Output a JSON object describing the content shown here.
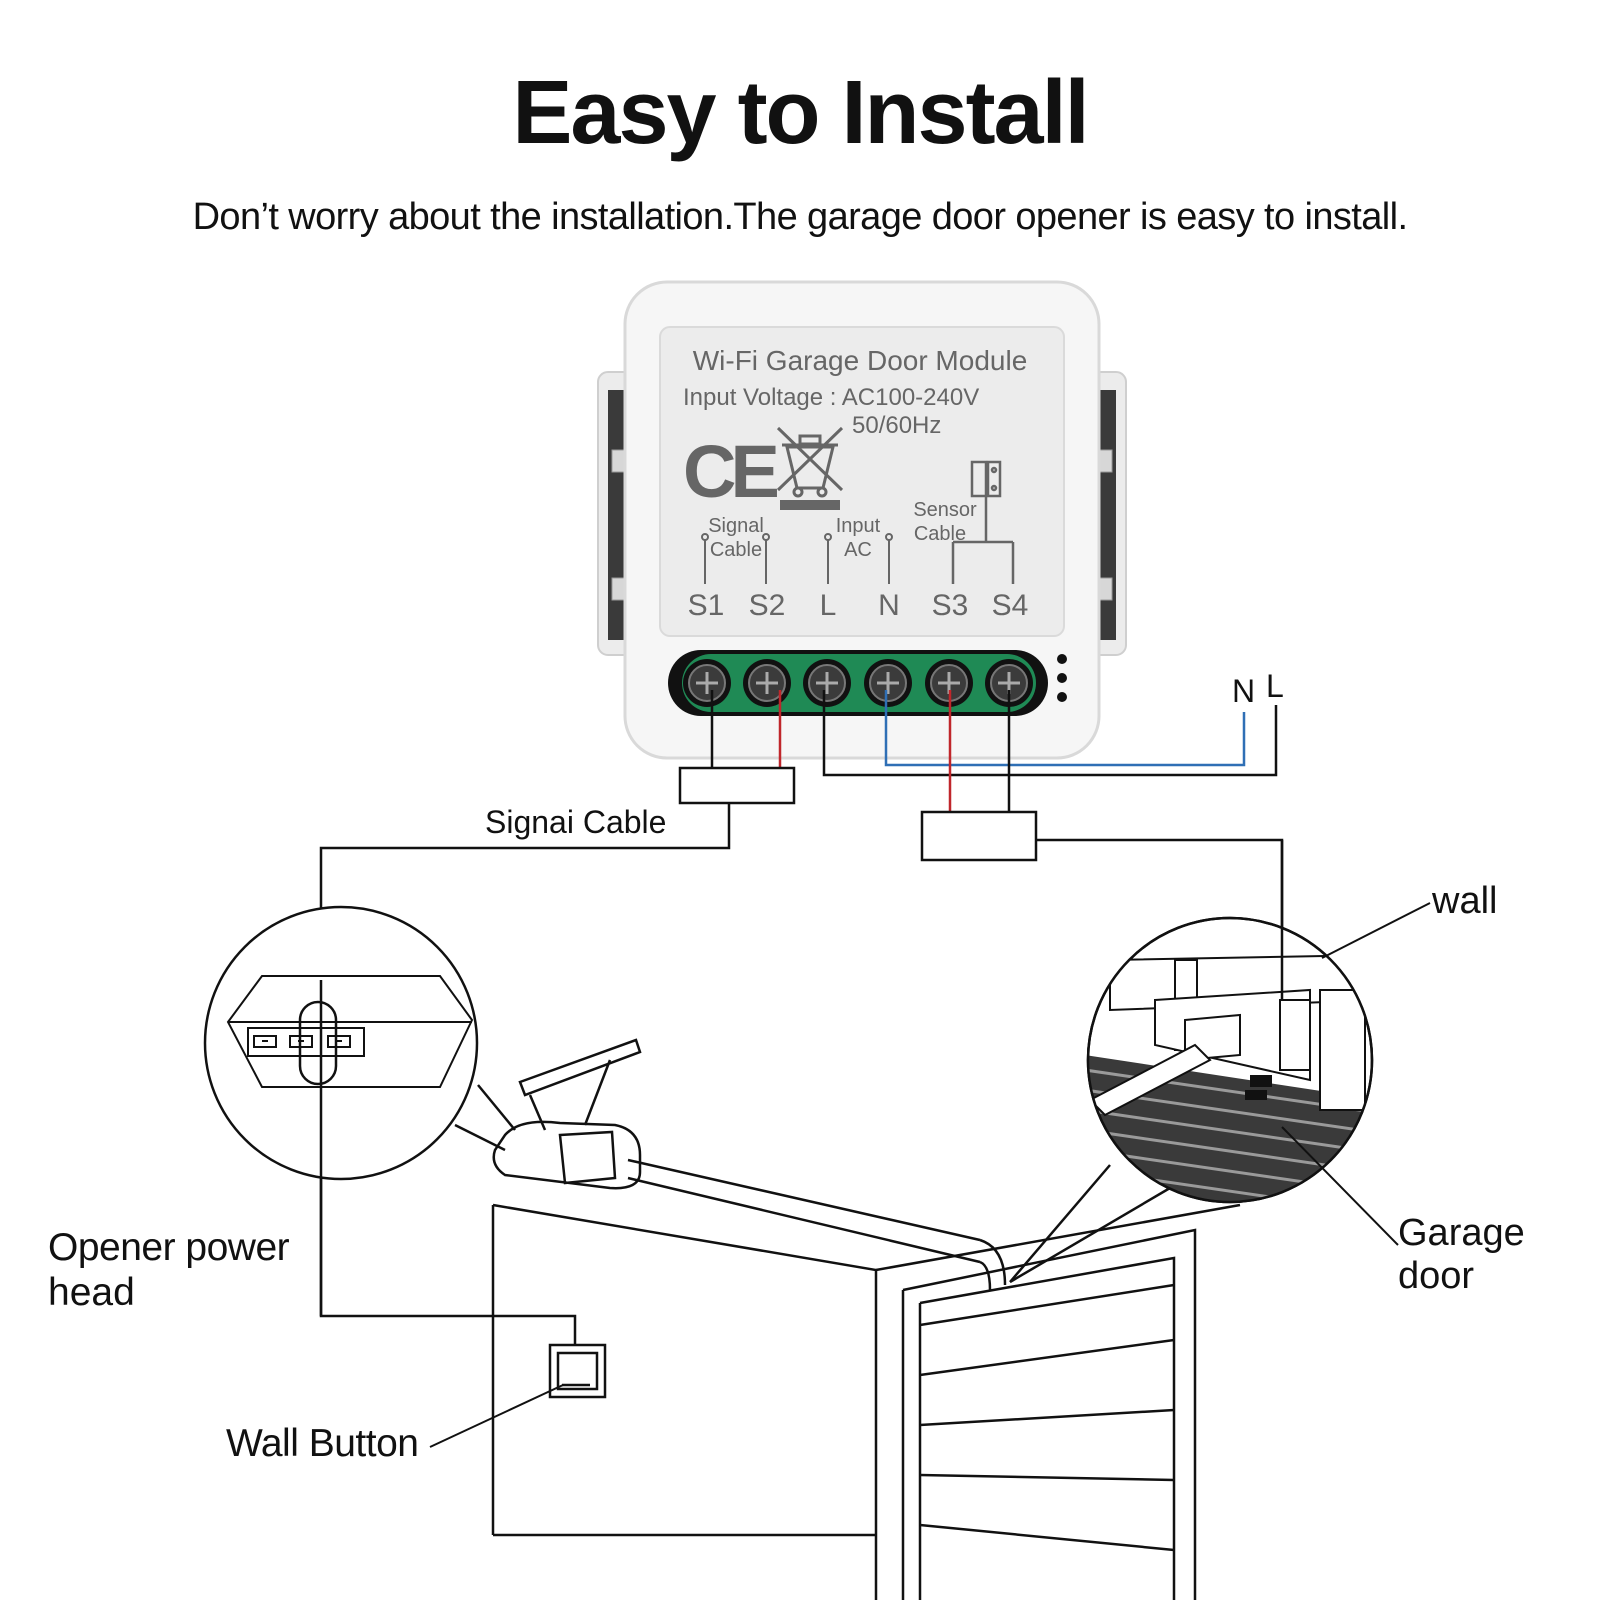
{
  "header": {
    "title": "Easy to Install",
    "subtitle": "Don’t worry about the installation.The garage door opener is easy to install."
  },
  "module": {
    "name": "Wi-Fi Garage Door Module",
    "voltage": "Input Voltage : AC100-240V",
    "frequency": "50/60Hz",
    "ce_mark": "CE",
    "groups": {
      "signal_line1": "Signal",
      "signal_line2": "Cable",
      "input_line1": "Input",
      "input_line2": "AC",
      "sensor_line1": "Sensor",
      "sensor_line2": "Cable"
    },
    "terminals": [
      "S1",
      "S2",
      "L",
      "N",
      "S3",
      "S4"
    ]
  },
  "power": {
    "n": "N",
    "l": "L"
  },
  "labels": {
    "signal_cable": "Signai Cable",
    "wall": "wall",
    "garage_door_line1": "Garage",
    "garage_door_line2": "door",
    "opener_line1": "Opener power",
    "opener_line2": "head",
    "wall_button": "Wall Button"
  },
  "colors": {
    "terminal_green": "#1f8a55",
    "wire_red": "#c0262b",
    "wire_blue": "#2f6fb5"
  }
}
